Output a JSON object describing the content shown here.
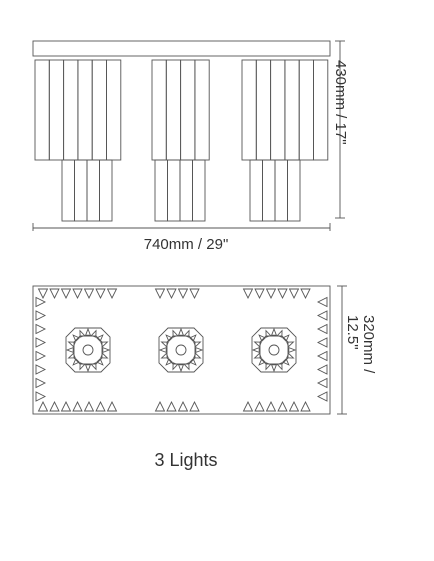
{
  "dimensions": {
    "height": "430mm / 17\"",
    "width": "740mm / 29\"",
    "depth_line1": "320mm /",
    "depth_line2": "12.5\""
  },
  "caption": "3 Lights",
  "colors": {
    "line": "#555555",
    "text": "#333333"
  }
}
